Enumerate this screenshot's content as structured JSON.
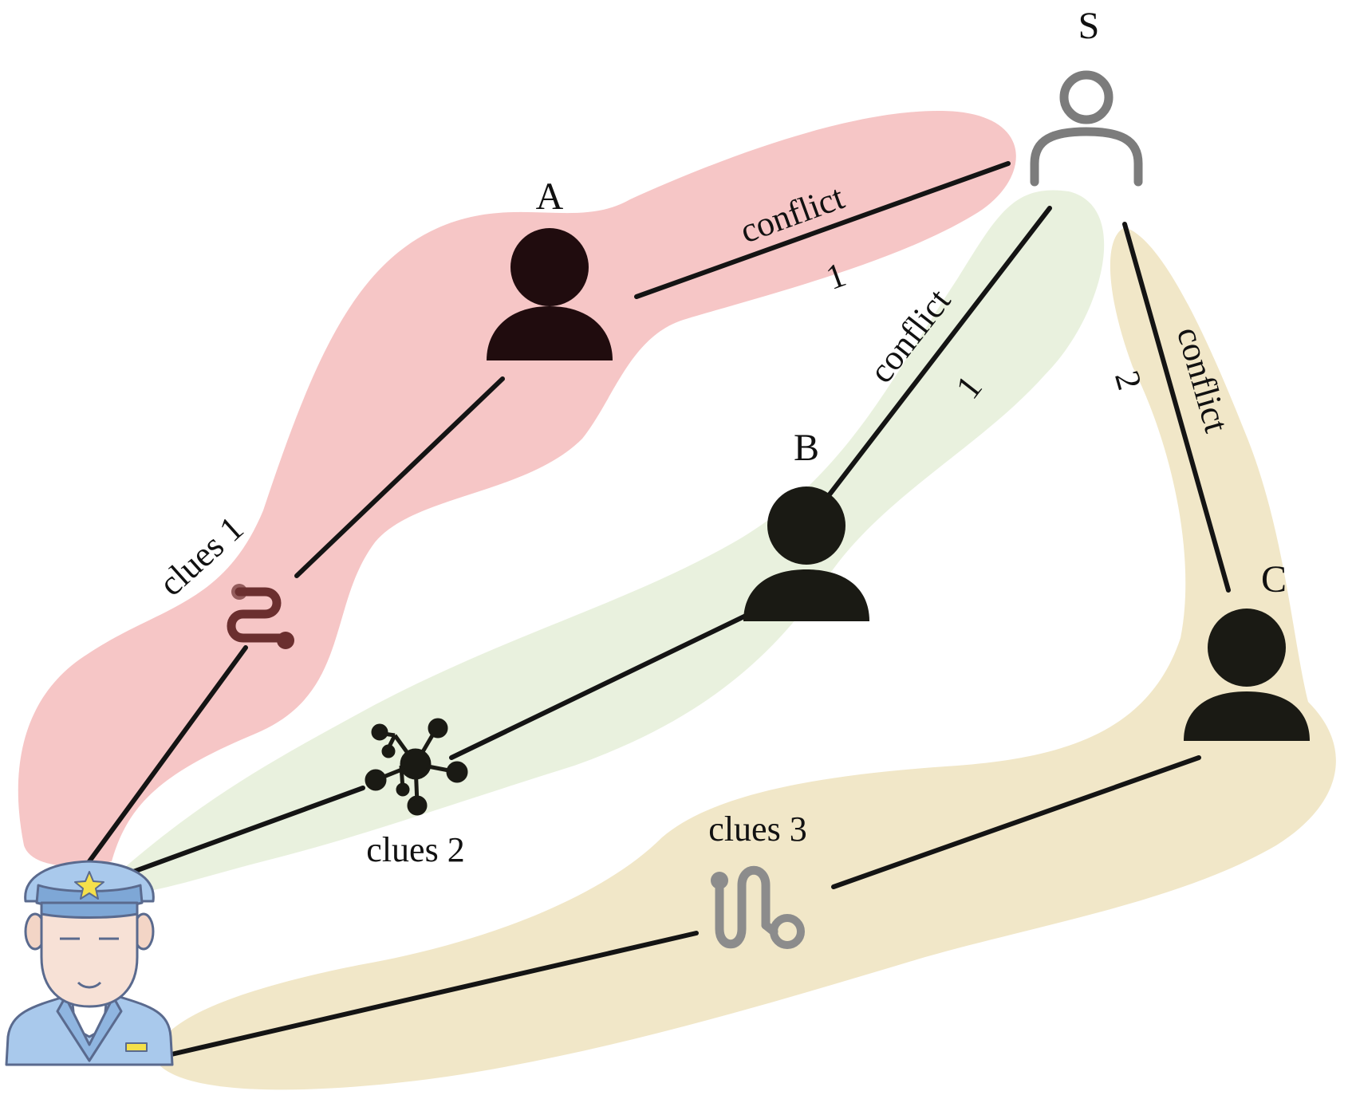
{
  "nodes": {
    "s": {
      "label": "S"
    },
    "a": {
      "label": "A"
    },
    "b": {
      "label": "B"
    },
    "c": {
      "label": "C"
    }
  },
  "edges": {
    "a_s": {
      "relation": "conflict",
      "weight": "1"
    },
    "b_s": {
      "relation": "conflict",
      "weight": "1"
    },
    "c_s": {
      "relation": "conflict",
      "weight": "2"
    }
  },
  "clues": {
    "clue1": {
      "label": "clues 1"
    },
    "clue2": {
      "label": "clues 2"
    },
    "clue3": {
      "label": "clues 3"
    }
  },
  "colors": {
    "region_a": "#f6c6c6",
    "region_b": "#e8f0dc",
    "region_c": "#f1e7c8",
    "person": "#1a1a14",
    "person_a": "#200c0e",
    "suspect_outline": "#7c7c7c",
    "clue1_icon": "#6b2f2f",
    "clue3_icon": "#8c8c8c",
    "officer_uniform": "#a9c9ec",
    "officer_outline": "#5a6a8e",
    "officer_star": "#f5e04a"
  },
  "icons": {
    "investigator": "police-officer-icon",
    "suspect": "user-outline-icon",
    "person": "user-solid-icon",
    "clue1": "route-path-icon",
    "clue2": "network-hub-icon",
    "clue3": "route-path-icon"
  }
}
